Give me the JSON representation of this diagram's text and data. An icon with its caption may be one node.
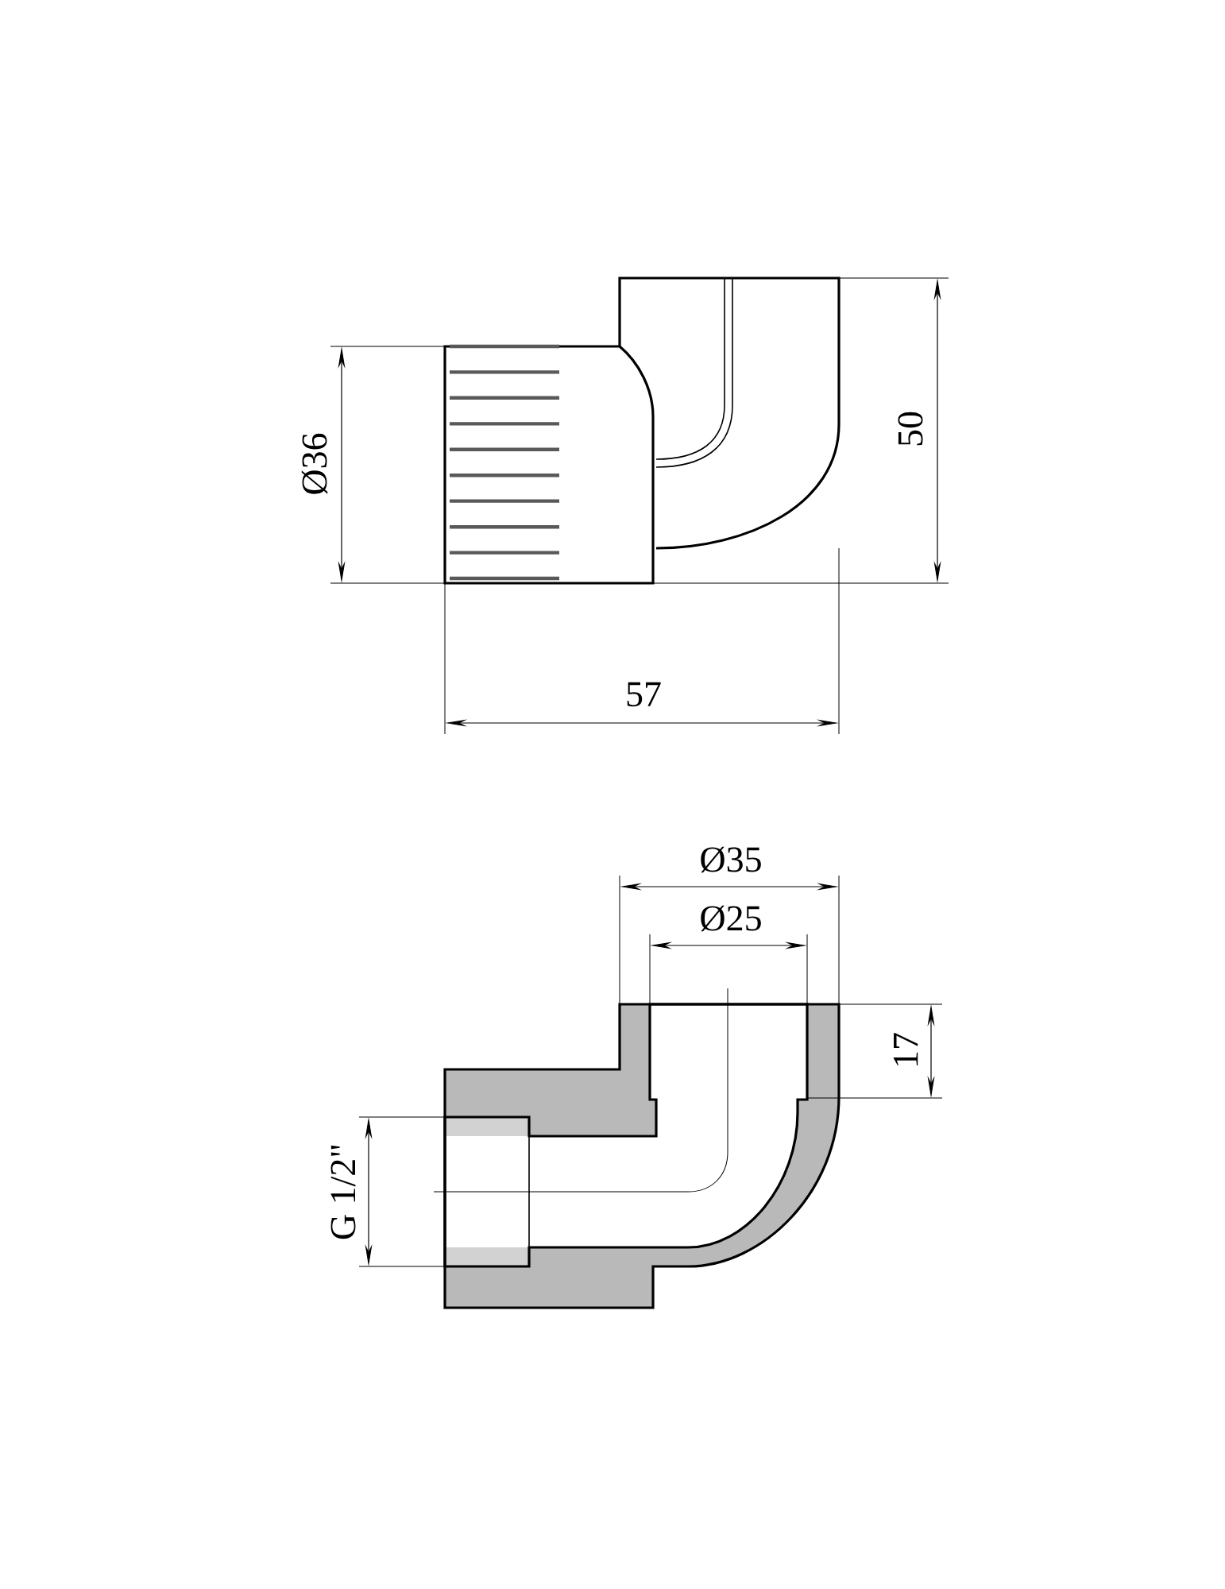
{
  "diagram": {
    "labels": [
      "Ø36",
      "50",
      "57",
      "Ø35",
      "Ø25",
      "17",
      "G 1/2\""
    ]
  }
}
